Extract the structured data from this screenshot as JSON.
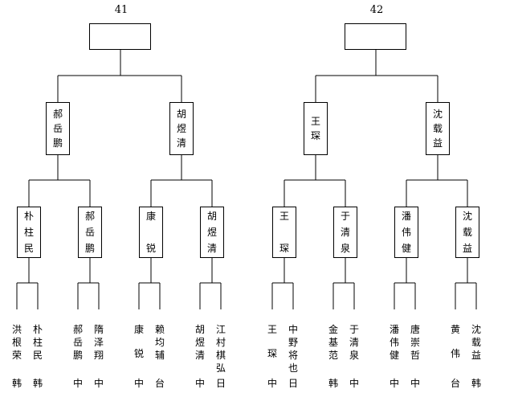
{
  "matches": [
    {
      "number": "41",
      "winner": "",
      "semis": [
        {
          "name": "郝岳鹏",
          "quarters": [
            {
              "name": "朴柱民",
              "players": [
                {
                  "name": "洪根荣",
                  "country": "韩"
                },
                {
                  "name": "朴柱民",
                  "country": "韩"
                }
              ]
            },
            {
              "name": "郝岳鹏",
              "players": [
                {
                  "name": "郝岳鹏",
                  "country": "中"
                },
                {
                  "name": "隋泽翔",
                  "country": "中"
                }
              ]
            }
          ]
        },
        {
          "name": "胡煜清",
          "quarters": [
            {
              "name": "康锐",
              "players": [
                {
                  "name": "康锐",
                  "country": "中"
                },
                {
                  "name": "赖均辅",
                  "country": "台"
                }
              ]
            },
            {
              "name": "胡煜清",
              "players": [
                {
                  "name": "胡煜清",
                  "country": "中"
                },
                {
                  "name": "江村棋弘",
                  "country": "日"
                }
              ]
            }
          ]
        }
      ]
    },
    {
      "number": "42",
      "winner": "",
      "semis": [
        {
          "name": "王琛",
          "quarters": [
            {
              "name": "王琛",
              "players": [
                {
                  "name": "王琛",
                  "country": "中"
                },
                {
                  "name": "中野将也",
                  "country": "日"
                }
              ]
            },
            {
              "name": "于清泉",
              "players": [
                {
                  "name": "金基范",
                  "country": "韩"
                },
                {
                  "name": "于清泉",
                  "country": "中"
                }
              ]
            }
          ]
        },
        {
          "name": "沈载益",
          "quarters": [
            {
              "name": "潘伟健",
              "players": [
                {
                  "name": "潘伟健",
                  "country": "中"
                },
                {
                  "name": "唐崇哲",
                  "country": "中"
                }
              ]
            },
            {
              "name": "沈载益",
              "players": [
                {
                  "name": "黄伟",
                  "country": "台"
                },
                {
                  "name": "沈载益",
                  "country": "韩"
                }
              ]
            }
          ]
        }
      ]
    }
  ]
}
